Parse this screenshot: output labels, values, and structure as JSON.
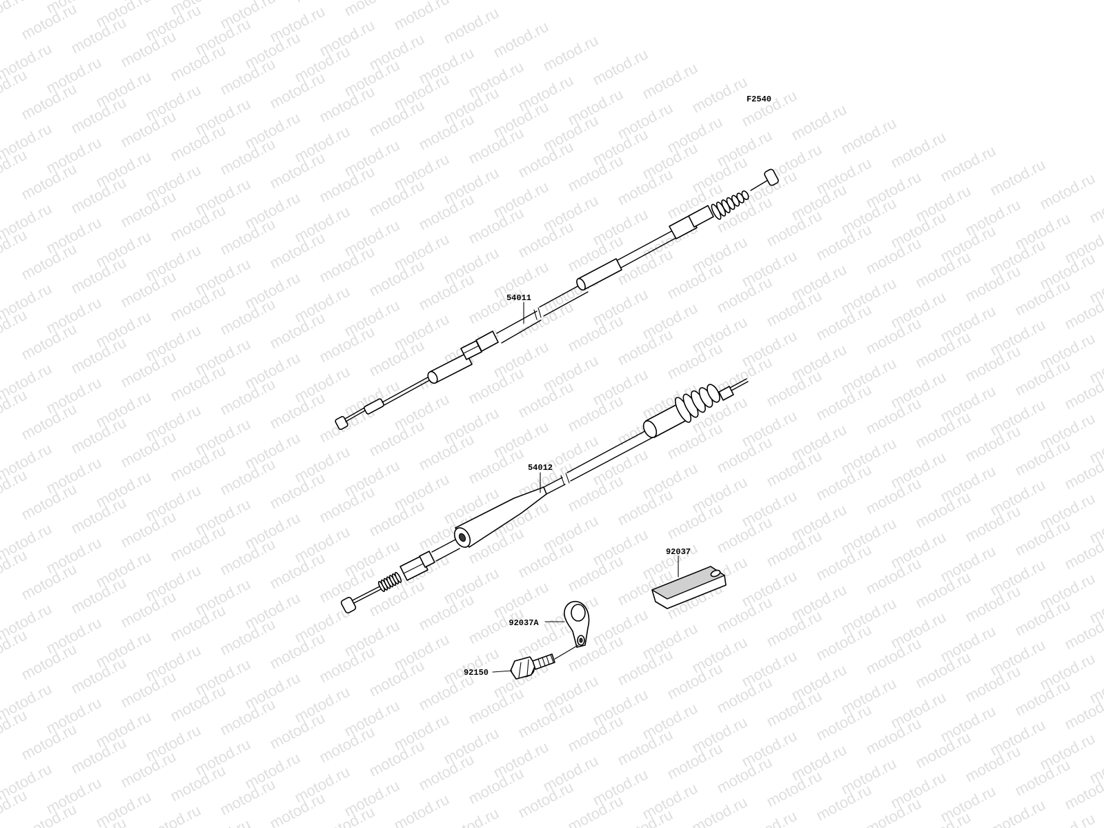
{
  "figure_code": "F2540",
  "watermark": "motod.ru",
  "parts": [
    {
      "id": "upper-cable",
      "number": "54011"
    },
    {
      "id": "lower-cable",
      "number": "54012"
    },
    {
      "id": "clamp",
      "number": "92037A"
    },
    {
      "id": "bolt",
      "number": "92150"
    },
    {
      "id": "band",
      "number": "92037"
    }
  ]
}
